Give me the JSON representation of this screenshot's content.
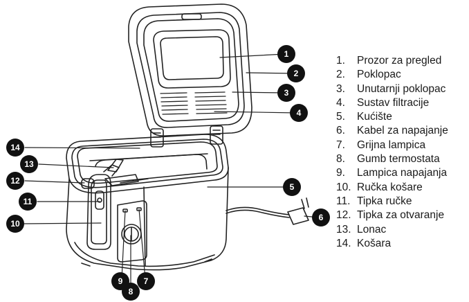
{
  "legend": [
    {
      "num": "1.",
      "text": "Prozor za pregled"
    },
    {
      "num": "2.",
      "text": "Poklopac"
    },
    {
      "num": "3.",
      "text": "Unutarnji poklopac"
    },
    {
      "num": "4.",
      "text": "Sustav filtracije"
    },
    {
      "num": "5.",
      "text": "Kućište"
    },
    {
      "num": "6.",
      "text": "Kabel za napajanje"
    },
    {
      "num": "7.",
      "text": "Grijna lampica"
    },
    {
      "num": "8.",
      "text": "Gumb termostata"
    },
    {
      "num": "9.",
      "text": "Lampica napajanja"
    },
    {
      "num": "10.",
      "text": "Ručka košare"
    },
    {
      "num": "11.",
      "text": "Tipka ručke"
    },
    {
      "num": "12.",
      "text": "Tipka za otvaranje"
    },
    {
      "num": "13.",
      "text": "Lonac"
    },
    {
      "num": "14.",
      "text": "Košara"
    }
  ],
  "markers": [
    "1",
    "2",
    "3",
    "4",
    "5",
    "6",
    "7",
    "8",
    "9",
    "10",
    "11",
    "12",
    "13",
    "14"
  ],
  "colors": {
    "line": "#222222",
    "marker_fill": "#111111",
    "marker_text": "#ffffff"
  }
}
